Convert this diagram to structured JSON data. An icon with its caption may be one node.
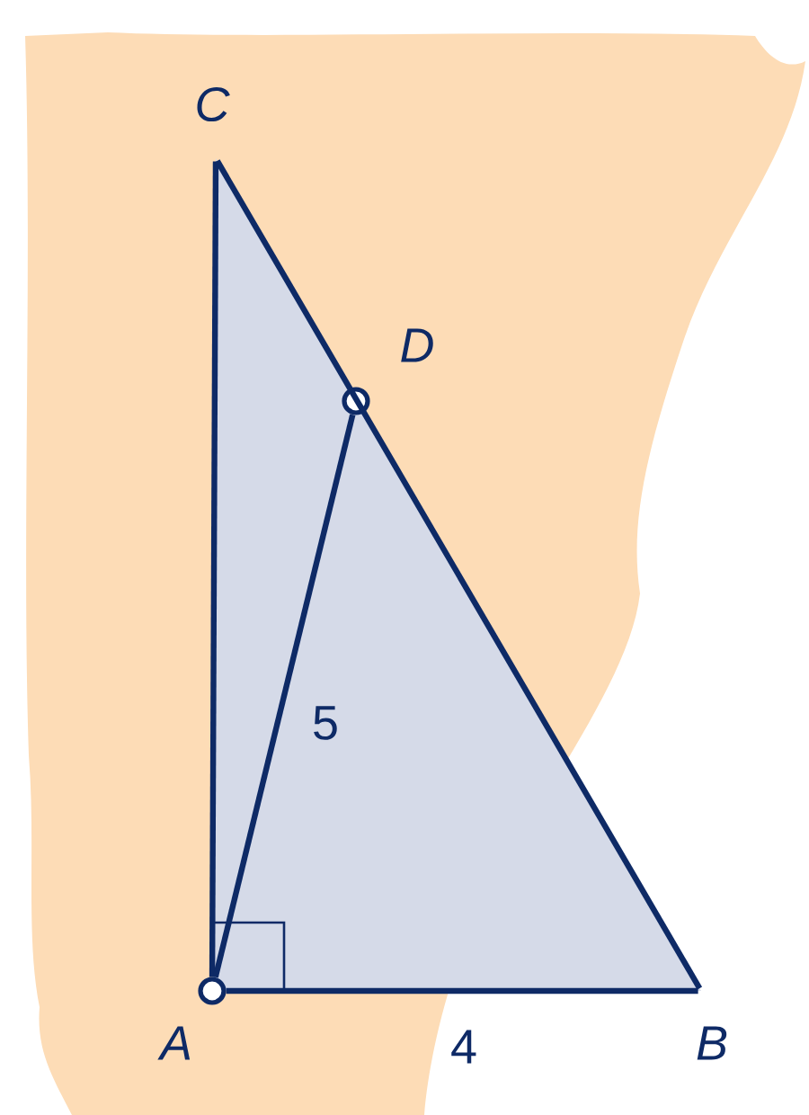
{
  "diagram": {
    "nodes": [
      {
        "text": [
          "C"
        ]
      },
      {
        "text": [
          "D"
        ]
      },
      {
        "text": [
          "A"
        ]
      },
      {
        "text": [
          "B"
        ]
      }
    ],
    "edges": [
      {
        "from": 0,
        "to": 2,
        "arrow": "none"
      },
      {
        "from": 0,
        "to": 3,
        "arrow": "none"
      },
      {
        "from": 2,
        "to": 1,
        "arrow": "none",
        "label": "5"
      },
      {
        "from": 2,
        "to": 3,
        "arrow": "none",
        "label": "4"
      }
    ]
  }
}
